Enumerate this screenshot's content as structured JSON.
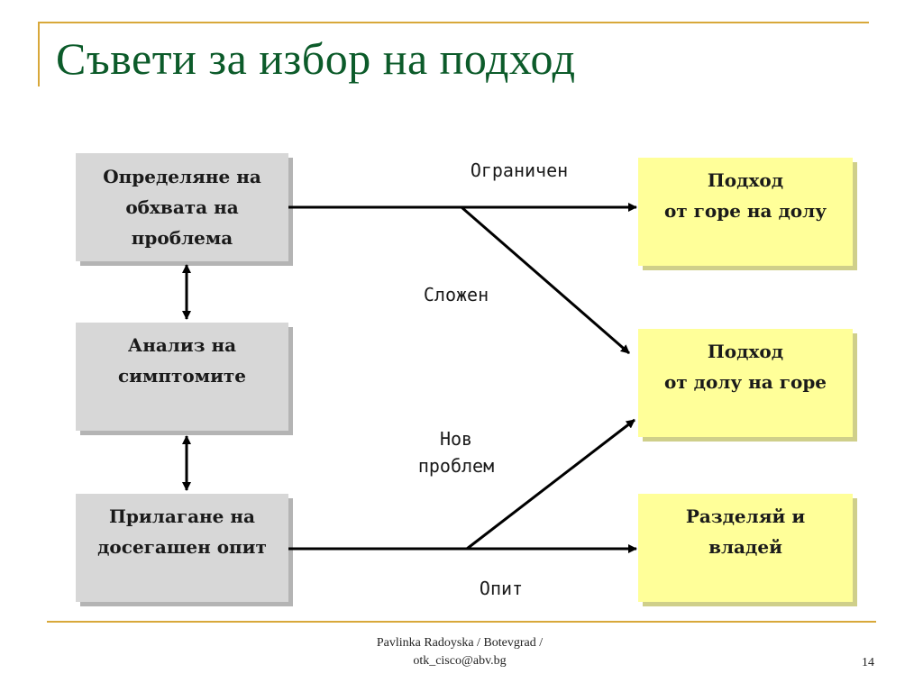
{
  "slide": {
    "title": "Съвети за избор на подход",
    "footer_line1": "Pavlinka Radoyska / Botevgrad /",
    "footer_line2": "otk_cisco@abv.bg",
    "page_number": "14"
  },
  "diagram": {
    "left_boxes": [
      {
        "label": "Определяне на\nобхвата на\nпроблема"
      },
      {
        "label": "Анализ на\nсимптомите"
      },
      {
        "label": "Прилагане на\nдосегашен опит"
      }
    ],
    "right_boxes": [
      {
        "label": "Подход\nот горе на долу"
      },
      {
        "label": "Подход\nот долу на горе"
      },
      {
        "label": "Разделяй и\nвладей"
      }
    ],
    "edge_labels": {
      "limited": "Ограничен",
      "complex": "Сложен",
      "new_problem": "Нов\nпроблем",
      "experience": "Опит"
    },
    "colors": {
      "left_box_fill": "#d7d7d7",
      "right_box_fill": "#ffff99",
      "arrow": "#000000",
      "title": "#0c5b2a",
      "accent_line": "#d8a83a"
    }
  }
}
